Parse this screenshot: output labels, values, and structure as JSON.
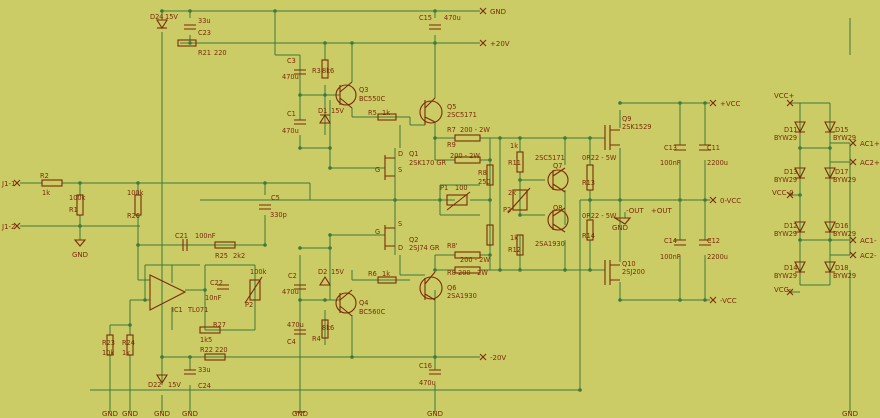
{
  "labels": {
    "D24": "D24",
    "D24_v": "15V",
    "C23_v": "33u",
    "C23": "C23",
    "R21": "R21",
    "R21_v": "220",
    "C3": "C3",
    "C3_v": "470u",
    "R3": "R3",
    "R3_v": "8k6",
    "Q3": "Q3",
    "Q3_t": "BC550C",
    "C1": "C1",
    "C1_v": "470u",
    "D1": "D1",
    "D1_v": "15V",
    "R5": "R5",
    "R5_v": "1k",
    "C15": "C15",
    "C15_v": "470u",
    "Q5": "Q5",
    "Q5_t": "2SC5171",
    "R7": "R7",
    "R7_v": "200 - 2W",
    "R9": "R9",
    "R9_v": "200 - 2W",
    "R8": "R8",
    "R8_v": "250",
    "Q1": "Q1",
    "Q1_t": "2SK170 GR",
    "Q1_d": "D",
    "Q1_g": "G",
    "Q1_s": "S",
    "P1": "P1",
    "P1_v": "100",
    "Q2": "Q2",
    "Q2_t": "2SJ74 GR",
    "Q2_d": "D",
    "Q2_g": "G",
    "Q2_s": "S",
    "R8b": "R8'",
    "R8b_v": "200 - 2W",
    "R8c": "R8",
    "R8c_v": "200 - 2W",
    "Q6": "Q6",
    "Q6_t": "2SA1930",
    "R11": "R11",
    "R11_v": "1k",
    "Q7": "Q7",
    "Q7_t": "2SC5171",
    "P2": "P2",
    "P2_v": "2k",
    "R12": "R12",
    "R12_v": "1k",
    "Q8": "Q8",
    "Q8_t": "2SA1930",
    "R13": "R13",
    "R13_v": "0R22 - 5W",
    "R14": "R14",
    "R14_v": "0R22 - 5W",
    "Q9": "Q9",
    "Q9_t": "2SK1529",
    "Q10": "Q10",
    "Q10_t": "2SJ200",
    "C13": "C13",
    "C13_v": "100nF",
    "C11": "C11",
    "C11_v": "2200u",
    "C14": "C14",
    "C14_v": "100nF",
    "C12": "C12",
    "C12_v": "2200u",
    "J1_1": "J1-1",
    "J1_2": "J1-2",
    "R2": "R2",
    "R2_v": "1k",
    "R1": "R1",
    "R1_v": "100k",
    "R26": "R26",
    "R26_v": "100k",
    "C5": "C5",
    "C5_v": "330p",
    "C21": "C21",
    "C21_v": "100nF",
    "R25": "R25",
    "R25_v": "2k2",
    "C22": "C22",
    "C22_v": "10nF",
    "P2b": "P2",
    "P2b_v": "100k",
    "IC1": "IC1",
    "IC1_t": "TL071",
    "R27": "R27",
    "R27_v": "1k5",
    "R22": "R22",
    "R22_v": "220",
    "R23": "R23",
    "R23_v": "10k",
    "R24": "R24",
    "R24_v": "1k",
    "C24_v": "33u",
    "C24": "C24",
    "D22": "D22",
    "D22_v": "15V",
    "C2": "C2",
    "C2_v": "470u",
    "D2": "D2",
    "D2_v": "15V",
    "R6": "R6",
    "R6_v": "1k",
    "Q4": "Q4",
    "Q4_t": "BC560C",
    "C4": "C4",
    "C4_v": "470u",
    "R4": "R4",
    "R4_v": "8k6",
    "C16": "C16",
    "C16_v": "470u",
    "D11": "D11",
    "D11_t": "BYW29",
    "D15": "D15",
    "D15_t": "BYW29",
    "D13": "D13",
    "D13_t": "BYW29",
    "D17": "D17",
    "D17_t": "BYW29",
    "D12": "D12",
    "D12_t": "BYW29",
    "D16": "D16",
    "D16_t": "BYW29",
    "D14": "D14",
    "D14_t": "BYW29",
    "D18": "D18",
    "D18_t": "BYW29"
  },
  "ports": {
    "gnd": "GND",
    "pos20": "+20V",
    "neg20": "-20V",
    "vcc_pos": "+VCC",
    "vcc_neg": "-VCC",
    "vcc_zero": "0-VCC",
    "out_neg": "-OUT",
    "out_pos": "+OUT",
    "vccp": "VCC+",
    "vcc0": "VCC-0",
    "vccm": "VCC-",
    "ac1p": "AC1+",
    "ac2p": "AC2+",
    "ac1m": "AC1-",
    "ac2m": "AC2-"
  }
}
